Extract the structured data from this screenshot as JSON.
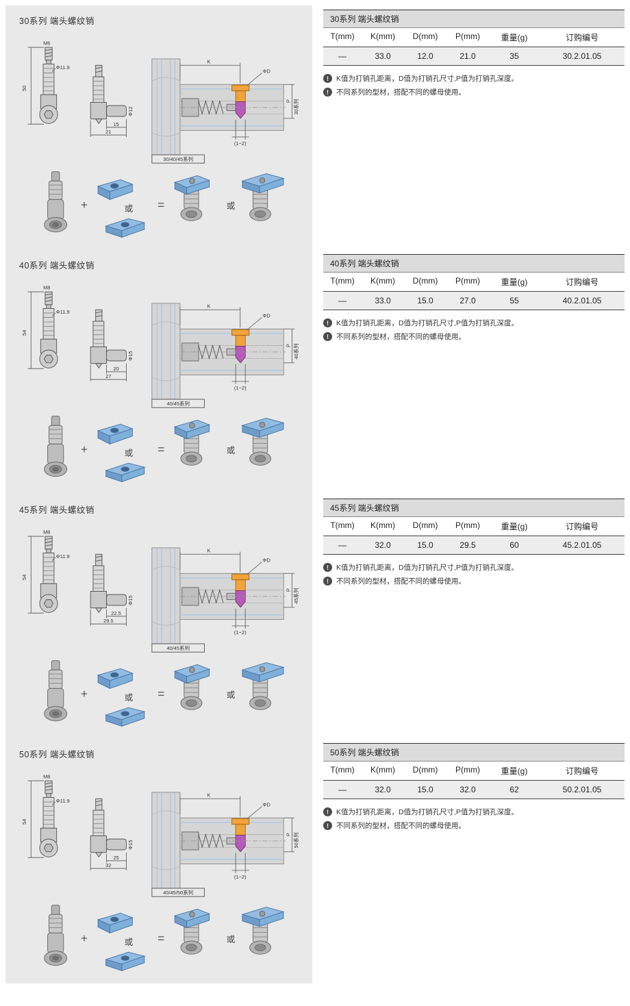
{
  "symbols": {
    "plus": "+",
    "or": "或",
    "equals": "="
  },
  "note_icon": "!",
  "notes": [
    "K值为打销孔距离，D值为打销孔尺寸,P值为打销孔深度。",
    "不同系列的型材，搭配不同的螺母使用。"
  ],
  "colors": {
    "panel_bg": "#e9e9e9",
    "table_title_bg": "#dcdcdc",
    "table_row_bg": "#ededed",
    "nut_blue": "#93bce2",
    "tnut_orange": "#f2a33c",
    "pin_purple": "#b75bb7",
    "profile_gray": "#d6d6d6",
    "slot_blue": "#9cc3e5"
  },
  "sections": [
    {
      "panel_title": "30系列 端头螺纹销",
      "table": {
        "title": "30系列 端头螺纹销",
        "headers": [
          "T(mm)",
          "K(mm)",
          "D(mm)",
          "P(mm)",
          "重量(g)",
          "订购编号"
        ],
        "row": [
          "—",
          "33.0",
          "12.0",
          "21.0",
          "35",
          "30.2.01.05"
        ]
      },
      "drawing": {
        "thread": "M6",
        "spring_dia": "Φ11.9",
        "height": "50",
        "side_dia": "Φ12",
        "len_inner": "15",
        "len_total": "21",
        "k": "K",
        "hole_dia": "ΦD",
        "p": "P",
        "series": "30系列",
        "insert_range": "(1~2)",
        "profile_group": "30/40/45系列"
      }
    },
    {
      "panel_title": "40系列 端头螺纹销",
      "table": {
        "title": "40系列 端头螺纹销",
        "headers": [
          "T(mm)",
          "K(mm)",
          "D(mm)",
          "P(mm)",
          "重量(g)",
          "订购编号"
        ],
        "row": [
          "—",
          "33.0",
          "15.0",
          "27.0",
          "55",
          "40.2.01.05"
        ]
      },
      "drawing": {
        "thread": "M8",
        "spring_dia": "Φ11.9",
        "height": "54",
        "side_dia": "Φ15",
        "len_inner": "20",
        "len_total": "27",
        "k": "K",
        "hole_dia": "ΦD",
        "p": "P",
        "series": "40系列",
        "insert_range": "(1~2)",
        "profile_group": "40/45系列"
      }
    },
    {
      "panel_title": "45系列 端头螺纹销",
      "table": {
        "title": "45系列 端头螺纹销",
        "headers": [
          "T(mm)",
          "K(mm)",
          "D(mm)",
          "P(mm)",
          "重量(g)",
          "订购编号"
        ],
        "row": [
          "—",
          "32.0",
          "15.0",
          "29.5",
          "60",
          "45.2.01.05"
        ]
      },
      "drawing": {
        "thread": "M8",
        "spring_dia": "Φ11.9",
        "height": "54",
        "side_dia": "Φ15",
        "len_inner": "22.5",
        "len_total": "29.5",
        "k": "K",
        "hole_dia": "ΦD",
        "p": "P",
        "series": "45系列",
        "insert_range": "(1~2)",
        "profile_group": "40/45系列"
      }
    },
    {
      "panel_title": "50系列 端头螺纹销",
      "table": {
        "title": "50系列 端头螺纹销",
        "headers": [
          "T(mm)",
          "K(mm)",
          "D(mm)",
          "P(mm)",
          "重量(g)",
          "订购编号"
        ],
        "row": [
          "—",
          "32.0",
          "15.0",
          "32.0",
          "62",
          "50.2.01.05"
        ]
      },
      "drawing": {
        "thread": "M8",
        "spring_dia": "Φ11.9",
        "height": "54",
        "side_dia": "Φ15",
        "len_inner": "25",
        "len_total": "32",
        "k": "K",
        "hole_dia": "ΦD",
        "p": "P",
        "series": "50系列",
        "insert_range": "(1~2)",
        "profile_group": "40/45/50系列"
      }
    }
  ]
}
